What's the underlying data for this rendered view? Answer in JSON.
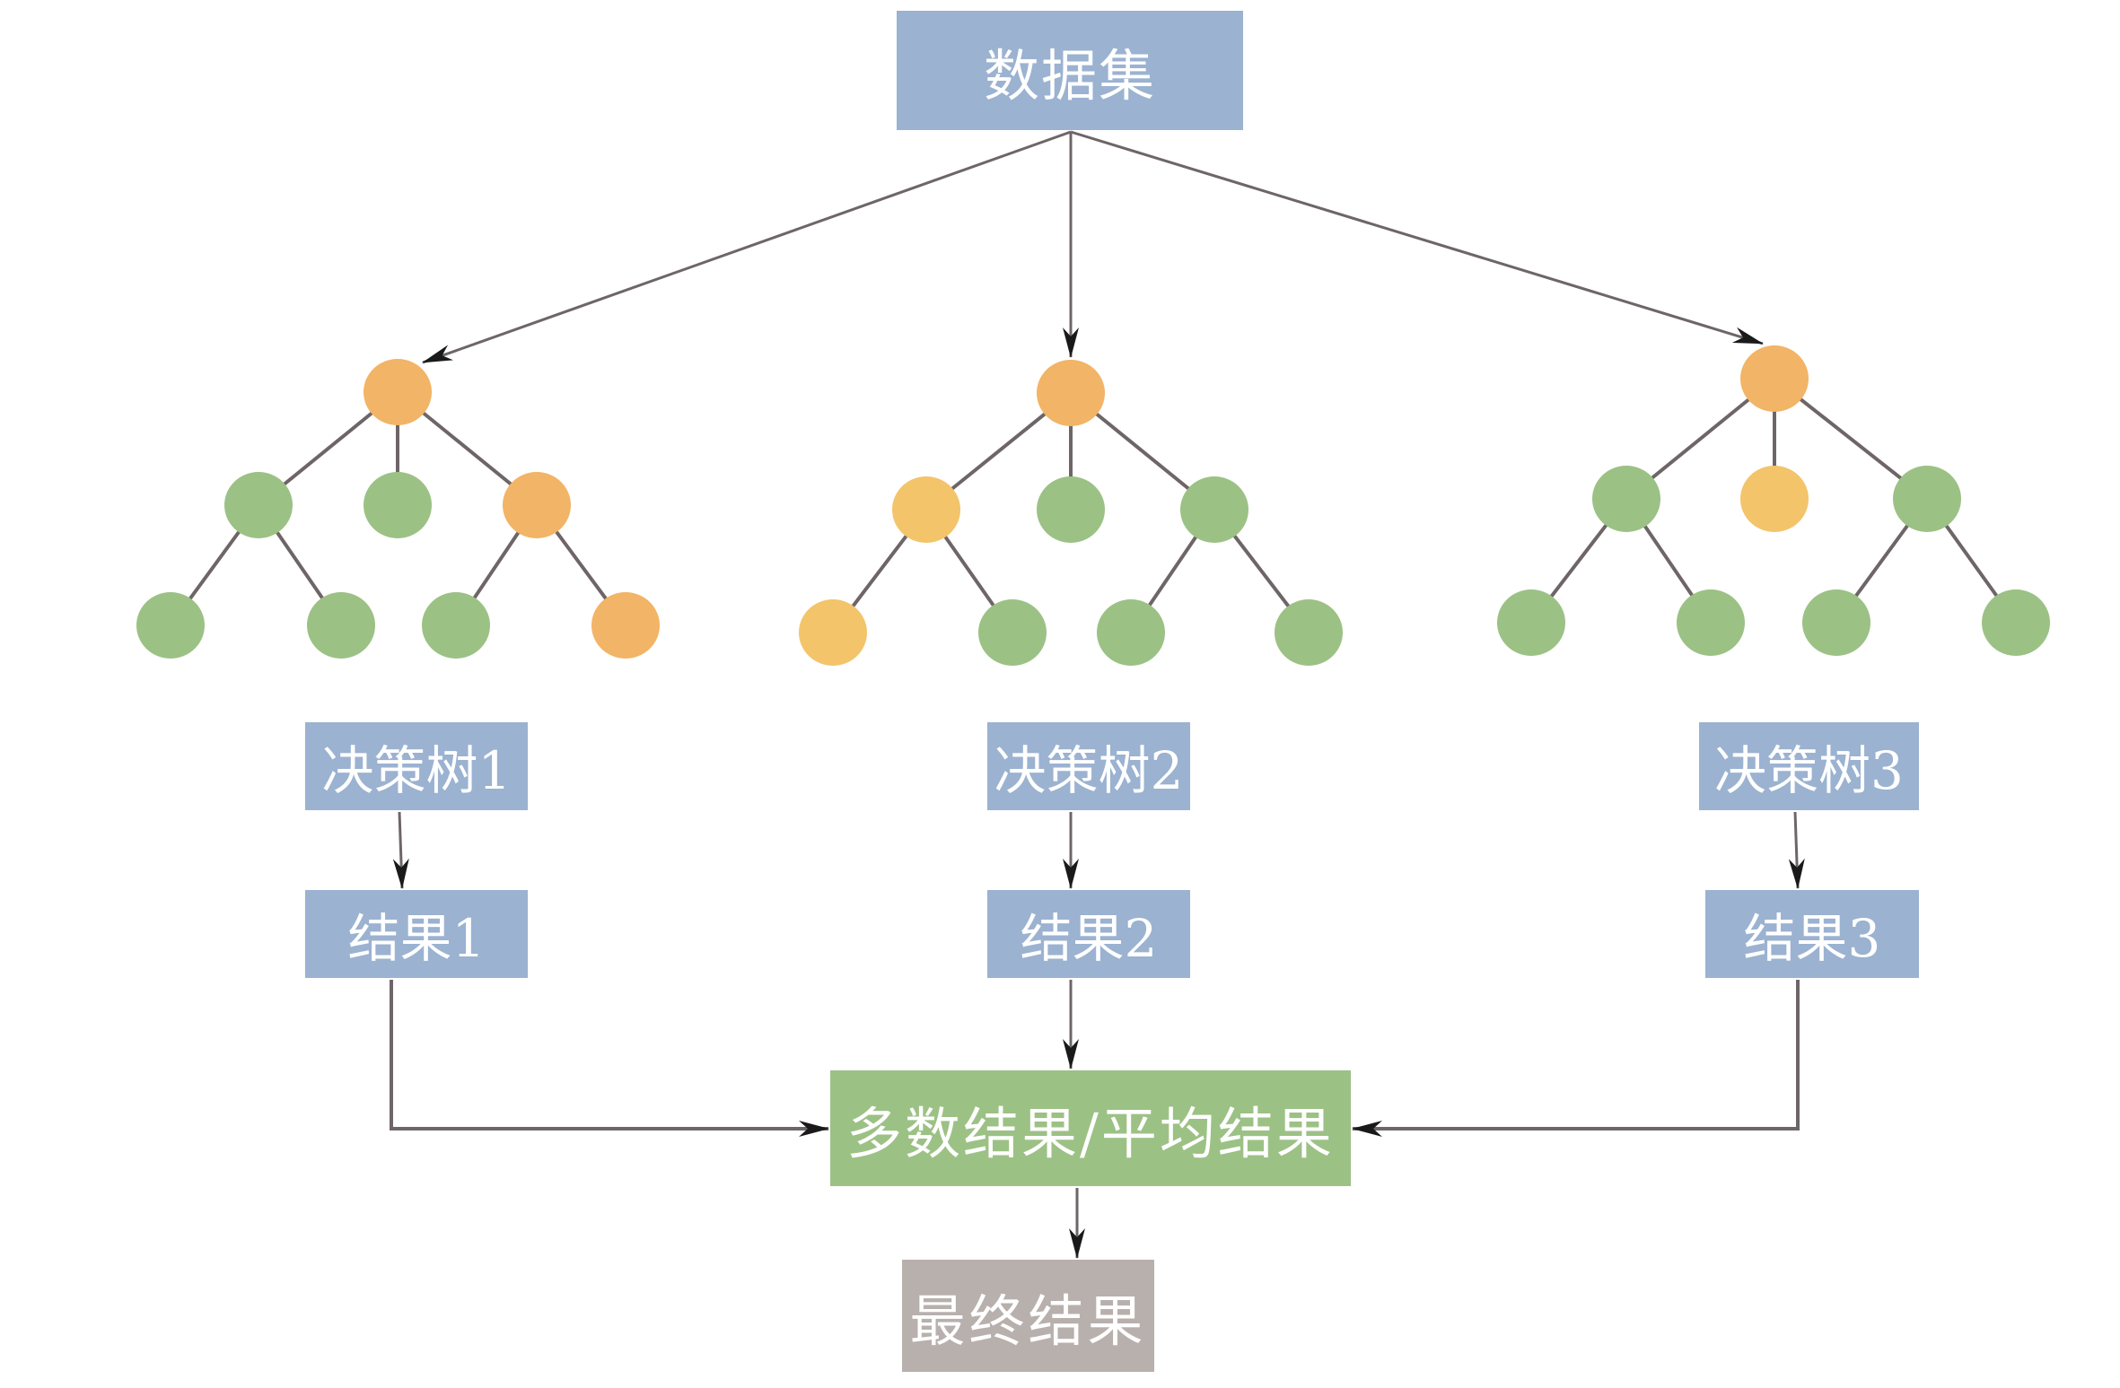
{
  "diagram": {
    "title": "Random forest ensemble flow",
    "dataset": {
      "label": "数据集"
    },
    "trees": [
      {
        "label": "决策树1",
        "result": "结果1",
        "nodes": {
          "root": "orange",
          "level1": [
            "green",
            "green",
            "orange"
          ],
          "level2": [
            "green",
            "green",
            "green",
            "orange"
          ]
        }
      },
      {
        "label": "决策树2",
        "result": "结果2",
        "nodes": {
          "root": "orange",
          "level1": [
            "yellow",
            "green",
            "green"
          ],
          "level2": [
            "yellow",
            "green",
            "green",
            "green"
          ]
        }
      },
      {
        "label": "决策树3",
        "result": "结果3",
        "nodes": {
          "root": "orange",
          "level1": [
            "green",
            "yellow",
            "green"
          ],
          "level2": [
            "green",
            "green",
            "green",
            "green"
          ]
        }
      }
    ],
    "aggregate": {
      "label": "多数结果/平均结果"
    },
    "final": {
      "label": "最终结果"
    },
    "edges": [
      [
        "数据集",
        "决策树1"
      ],
      [
        "数据集",
        "决策树2"
      ],
      [
        "数据集",
        "决策树3"
      ],
      [
        "决策树1",
        "结果1"
      ],
      [
        "决策树2",
        "结果2"
      ],
      [
        "决策树3",
        "结果3"
      ],
      [
        "结果1",
        "多数结果/平均结果"
      ],
      [
        "结果2",
        "多数结果/平均结果"
      ],
      [
        "结果3",
        "多数结果/平均结果"
      ],
      [
        "多数结果/平均结果",
        "最终结果"
      ]
    ],
    "colors": {
      "box_blue": "#9bb2d1",
      "box_green": "#9cc185",
      "box_grey": "#b8b0ad",
      "node_orange": "#f2b466",
      "node_yellow": "#f3c46a",
      "node_green": "#9cc185",
      "edge": "#6e6567",
      "arrow": "#1a1a1a"
    }
  }
}
